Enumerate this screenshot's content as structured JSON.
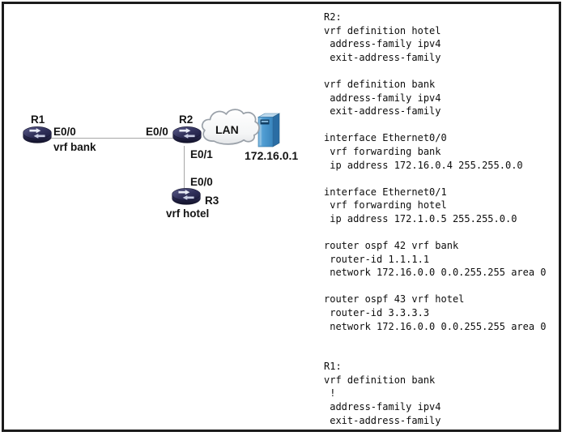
{
  "topology": {
    "r1": {
      "label": "R1",
      "interface": "E0/0",
      "vrf_label": "vrf bank"
    },
    "r2": {
      "label": "R2",
      "interface_e00": "E0/0",
      "interface_e01": "E0/1"
    },
    "r3": {
      "label": "R3",
      "interface": "E0/0",
      "vrf_label": "vrf hotel"
    },
    "cloud_label": "LAN",
    "server_ip": "172.16.0.1",
    "colors": {
      "router_body": "#26264a",
      "server_front": "#4f9cd2",
      "link_gray": "#a6a6a6",
      "border": "#1b1b1b"
    }
  },
  "config_panel": {
    "r2_config": [
      "R2:",
      "vrf definition hotel",
      " address-family ipv4",
      " exit-address-family",
      "",
      "vrf definition bank",
      " address-family ipv4",
      " exit-address-family",
      "",
      "interface Ethernet0/0",
      " vrf forwarding bank",
      " ip address 172.16.0.4 255.255.0.0",
      "",
      "interface Ethernet0/1",
      " vrf forwarding hotel",
      " ip address 172.1.0.5 255.255.0.0",
      "",
      "router ospf 42 vrf bank",
      " router-id 1.1.1.1",
      " network 172.16.0.0 0.0.255.255 area 0",
      "",
      "router ospf 43 vrf hotel",
      " router-id 3.3.3.3",
      " network 172.16.0.0 0.0.255.255 area 0"
    ],
    "r1_config": [
      "R1:",
      "vrf definition bank",
      " !",
      " address-family ipv4",
      " exit-address-family"
    ]
  }
}
